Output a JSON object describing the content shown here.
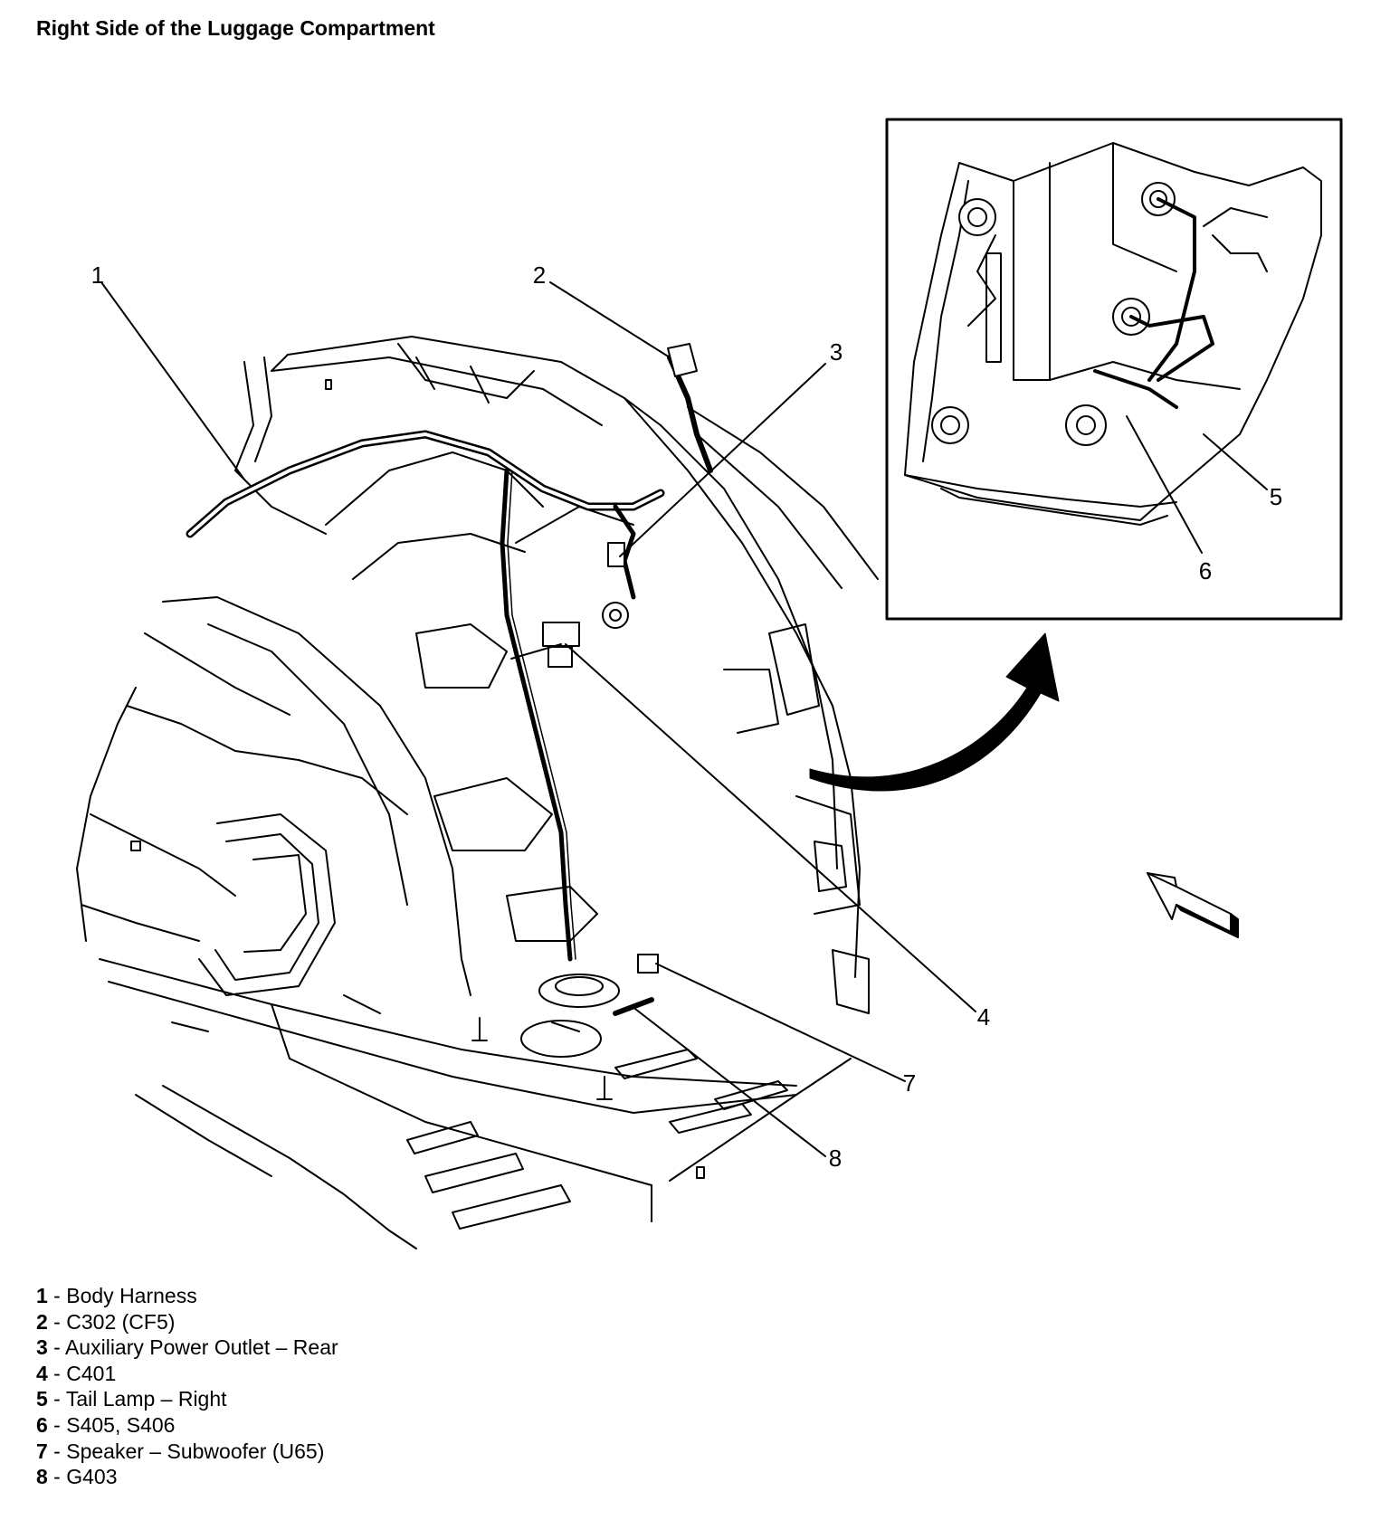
{
  "title": "Right Side of the Luggage Compartment",
  "callouts": [
    "1",
    "2",
    "3",
    "4",
    "5",
    "6",
    "7",
    "8"
  ],
  "legend": [
    {
      "num": "1",
      "sep": " - ",
      "label": "Body Harness"
    },
    {
      "num": "2",
      "sep": " - ",
      "label": "C302 (CF5)"
    },
    {
      "num": "3",
      "sep": " - ",
      "label": "Auxiliary Power Outlet – Rear"
    },
    {
      "num": "4",
      "sep": " - ",
      "label": "C401"
    },
    {
      "num": "5",
      "sep": " - ",
      "label": "Tail Lamp – Right"
    },
    {
      "num": "6",
      "sep": " - ",
      "label": "S405, S406"
    },
    {
      "num": "7",
      "sep": " - ",
      "label": "Speaker – Subwoofer (U65)"
    },
    {
      "num": "8",
      "sep": " - ",
      "label": "G403"
    }
  ]
}
